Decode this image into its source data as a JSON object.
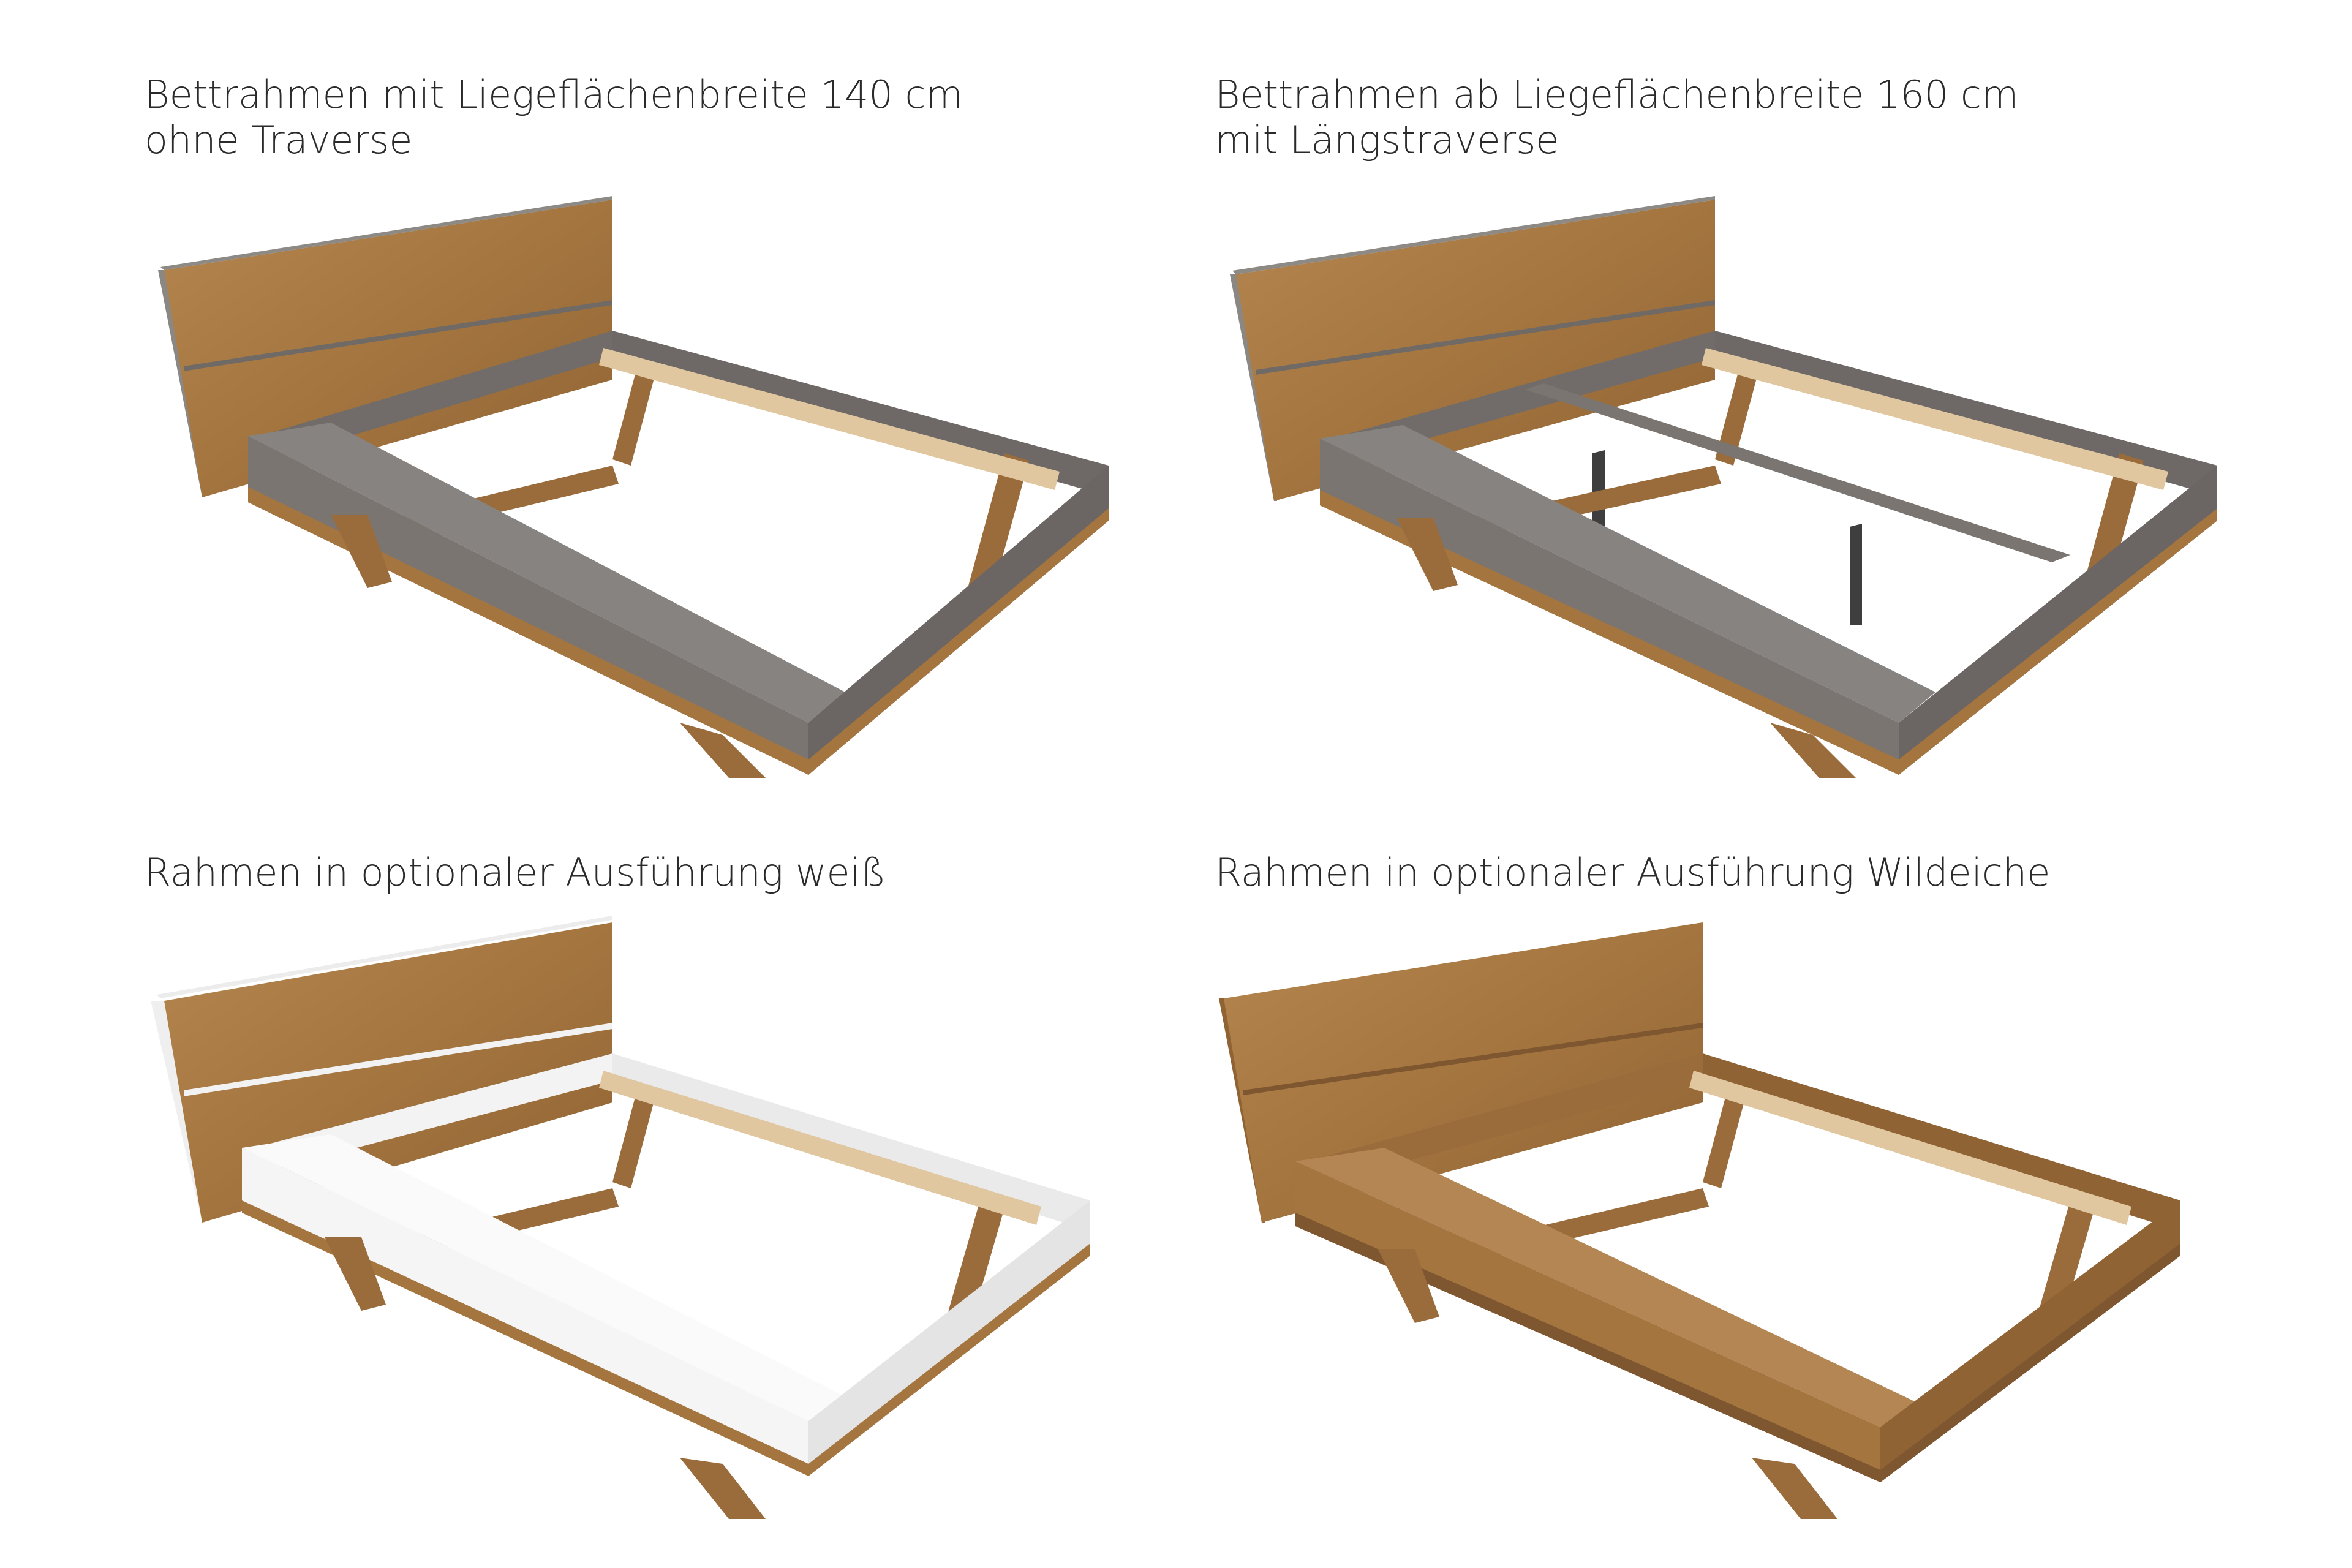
{
  "panels": [
    {
      "caption_line1": "Bettrahmen mit Liegeflächenbreite 140 cm",
      "caption_line2": "ohne Traverse"
    },
    {
      "caption_line1": "Bettrahmen ab Liegeflächenbreite 160 cm",
      "caption_line2": "mit Längstraverse"
    },
    {
      "caption_line1": "Rahmen in optionaler Ausführung weiß"
    },
    {
      "caption_line1": "Rahmen in optionaler Ausführung Wildeiche"
    }
  ],
  "colors": {
    "wood": "#a77a4a",
    "wood_dark": "#8a5f34",
    "wood_light": "#c79a66",
    "grey_frame": "#7f7975",
    "grey_frame_dark": "#676260",
    "white_frame": "#f1f1f1",
    "rail_light": "#e2c9a3",
    "metal": "#3e3e3e"
  }
}
